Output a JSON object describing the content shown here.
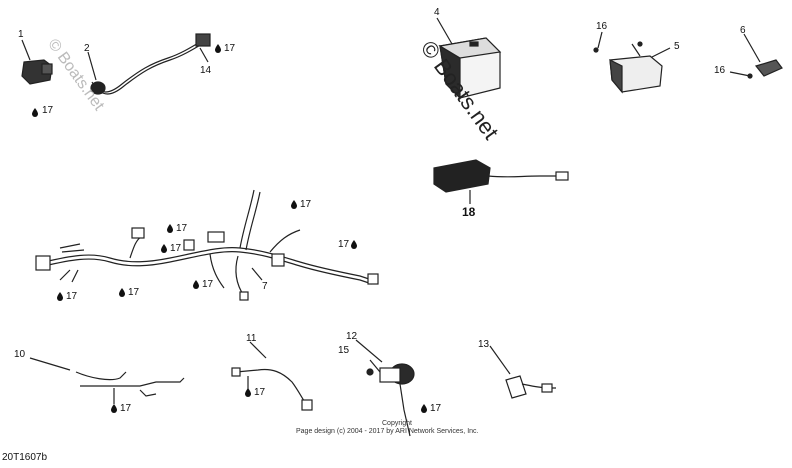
{
  "figure_code": "20T1607b",
  "watermark": "© Boats.net",
  "footer": {
    "copyright": "Copyright",
    "page_design": "Page design (c) 2004 - 2017 by ARI Network Services, Inc."
  },
  "callouts": {
    "c1": "1",
    "c2": "2",
    "c4": "4",
    "c5": "5",
    "c6": "6",
    "c7": "7",
    "c10": "10",
    "c11": "11",
    "c12": "12",
    "c13": "13",
    "c14": "14",
    "c15": "15",
    "c16a": "16",
    "c16b": "16",
    "c18": "18",
    "c17a": "17",
    "c17b": "17",
    "c17c": "17",
    "c17d": "17",
    "c17e": "17",
    "c17f": "17",
    "c17g": "17",
    "c17h": "17",
    "c17i": "17",
    "c17j": "17",
    "c17k": "17",
    "c17l": "17",
    "c17m": "17"
  },
  "icons": {
    "grease-drop": "drop-icon"
  }
}
